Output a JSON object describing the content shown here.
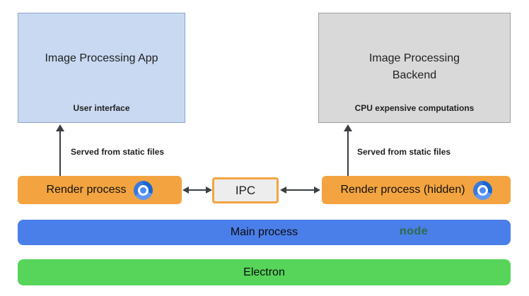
{
  "boxes": {
    "app": {
      "title": "Image Processing App",
      "subtitle": "User interface"
    },
    "backend": {
      "title": "Image Processing Backend",
      "subtitle": "CPU expensive computations"
    }
  },
  "arrows": {
    "left_label": "Served from static files",
    "right_label": "Served from static files"
  },
  "processes": {
    "render_left": "Render process",
    "render_right": "Render process (hidden)",
    "ipc": "IPC",
    "main": "Main process",
    "electron": "Electron"
  },
  "logos": {
    "node": "node"
  },
  "colors": {
    "app_box_fill": "#C9D9F2",
    "app_box_border": "#8FA3C8",
    "backend_box_fill": "#D9D9D9",
    "backend_box_border": "#9E9E9E",
    "render_bar_orange": "#F3A440",
    "ipc_fill": "#EDEDED",
    "ipc_border": "#F3A440",
    "main_bar_blue": "#4A7EE8",
    "electron_bar_green": "#57D45A",
    "chromium_blue": "#4C8BF5",
    "node_green": "#2E6B45",
    "arrow_color": "#3C4043"
  }
}
